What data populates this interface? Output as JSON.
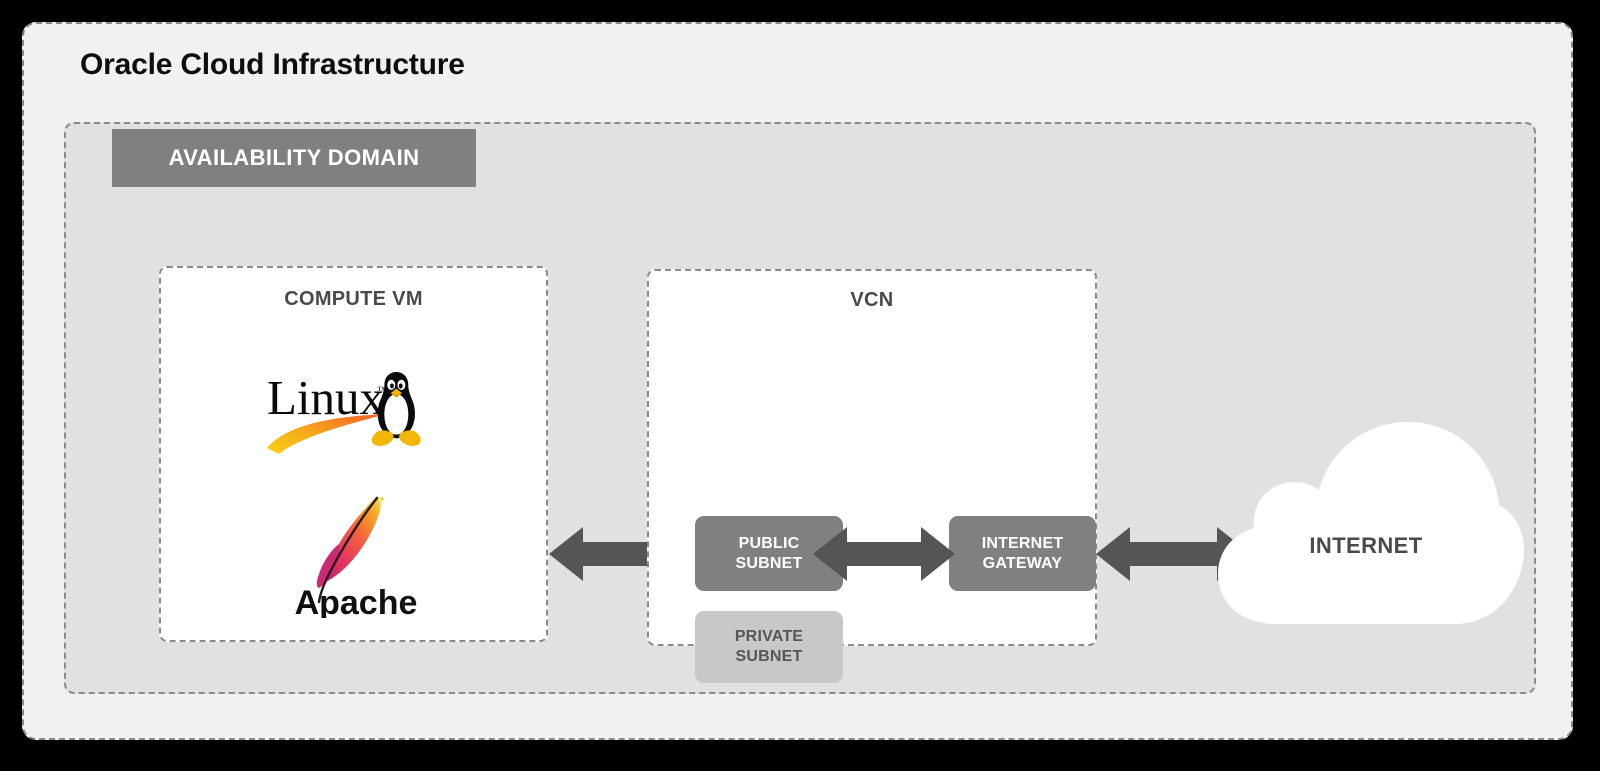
{
  "diagram": {
    "title": "Oracle Cloud Infrastructure",
    "availability_domain": {
      "label": "AVAILABILITY DOMAIN"
    },
    "compute_vm": {
      "title": "COMPUTE VM",
      "logos": [
        {
          "name": "linux-logo",
          "wordmark": "Linux",
          "trademark": "™"
        },
        {
          "name": "apache-logo",
          "wordmark": "Apache"
        }
      ]
    },
    "vcn": {
      "title": "VCN",
      "public_subnet": "PUBLIC\nSUBNET",
      "public_subnet_line1": "PUBLIC",
      "public_subnet_line2": "SUBNET",
      "private_subnet_line1": "PRIVATE",
      "private_subnet_line2": "SUBNET",
      "internet_gateway_line1": "INTERNET",
      "internet_gateway_line2": "GATEWAY"
    },
    "internet": {
      "label": "INTERNET"
    },
    "connections": [
      {
        "name": "compute-vm-to-public-subnet",
        "type": "bidirectional"
      },
      {
        "name": "public-subnet-to-internet-gateway",
        "type": "bidirectional"
      },
      {
        "name": "internet-gateway-to-internet",
        "type": "bidirectional"
      }
    ]
  },
  "colors": {
    "page_border": "#000000",
    "oci_panel_bg": "#f1f1f1",
    "availability_domain_bg": "#e1e1e1",
    "card_bg": "#ffffff",
    "dashed_border": "#8a8a8a",
    "box_dark": "#808080",
    "box_light": "#c8c8c8",
    "arrow": "#555555",
    "text_dark": "#4a4a4a",
    "text_white": "#ffffff",
    "cloud_fill": "#ffffff"
  }
}
